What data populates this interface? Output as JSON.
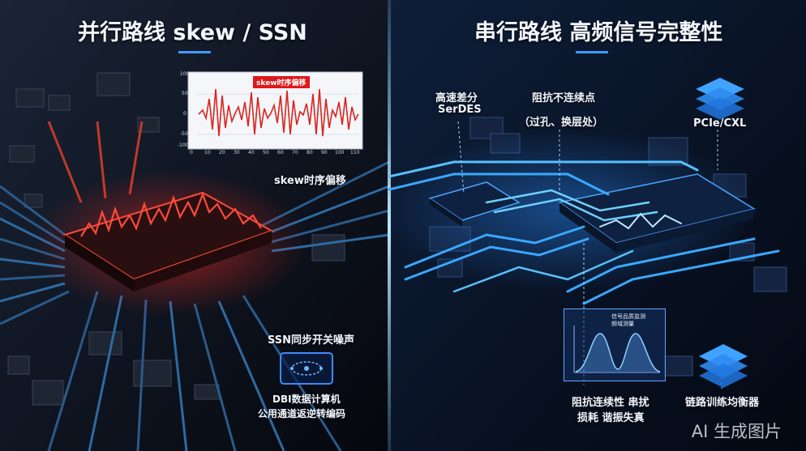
{
  "left": {
    "title": "并行路线 skew / SSN",
    "chart_tag": "skew时序偏移",
    "chart_y_ticks": [
      "100",
      "50",
      "0",
      "-50",
      "-100"
    ],
    "chart_x_ticks": [
      "0",
      "10",
      "20",
      "30",
      "40",
      "50",
      "60",
      "70",
      "80",
      "90",
      "100",
      "110"
    ],
    "skew_label": "skew时序偏移",
    "ssn_label": "SSN同步开关噪声",
    "dbi_line1": "DBI数据计算机",
    "dbi_line2": "公用通道返逆转编码"
  },
  "right": {
    "title": "串行路线 高频信号完整性",
    "serdes_line1": "高速差分",
    "serdes_line2": "SerDES",
    "impedance_line1": "阻抗不连续点",
    "impedance_line2": "（过孔、换层处）",
    "pcie_label": "PCIe/CXL",
    "mini_chart_line1": "信号品质监测",
    "mini_chart_line2": "频域测量",
    "si_line1": "阻抗连续性 串扰",
    "si_line2": "损耗 谐振失真",
    "equalizer_label": "链路训练均衡器"
  },
  "watermark": "AI 生成图片",
  "colors": {
    "left_accent": "#ff3b30",
    "right_accent": "#2f9bff",
    "background": "#070b14"
  }
}
